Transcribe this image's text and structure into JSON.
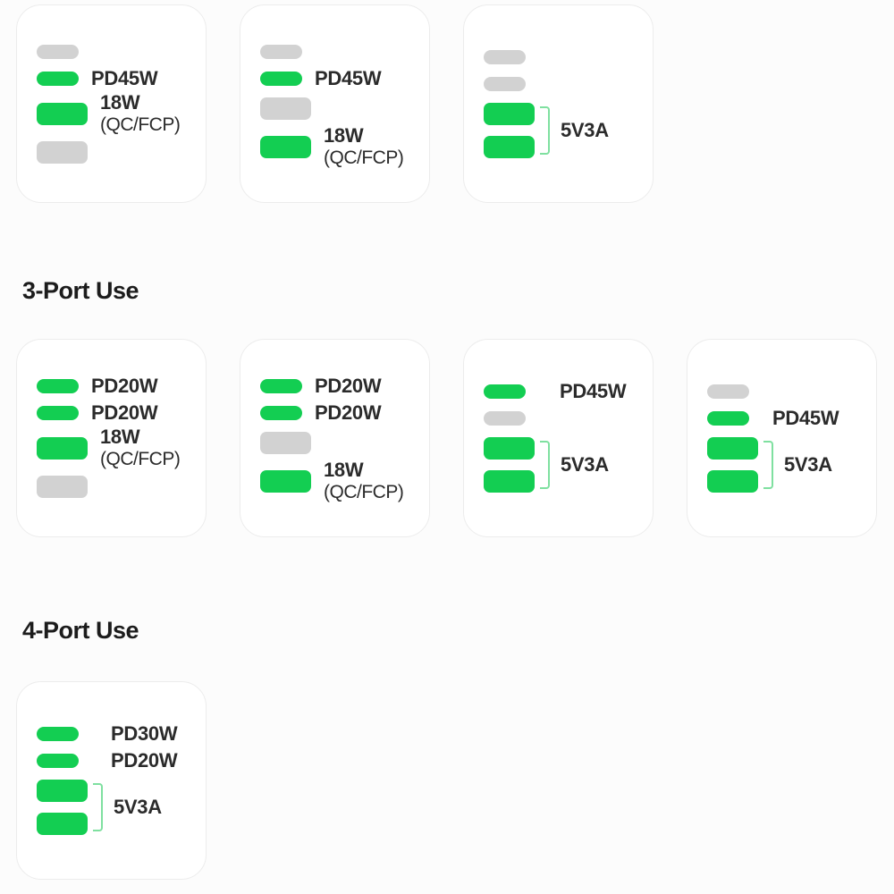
{
  "page": {
    "background": "#fcfcfc",
    "card_background": "#ffffff",
    "colors": {
      "port_active": "#13ce52",
      "port_inactive": "#d2d2d2",
      "bracket": "#7fe0a0",
      "text": "#2b2b2b",
      "heading": "#1c1c1c"
    }
  },
  "sections": [
    {
      "id": "two-port",
      "heading": "",
      "cards": [
        {
          "id": "2port-a",
          "rows": [
            {
              "slot": "c",
              "state": "off",
              "label": ""
            },
            {
              "slot": "c",
              "state": "on",
              "label": "PD45W"
            },
            {
              "slot": "a",
              "state": "on",
              "label": "18W",
              "sublabel": "(QC/FCP)"
            },
            {
              "slot": "a",
              "state": "off",
              "label": ""
            }
          ]
        },
        {
          "id": "2port-b",
          "rows": [
            {
              "slot": "c",
              "state": "off",
              "label": ""
            },
            {
              "slot": "c",
              "state": "on",
              "label": "PD45W"
            },
            {
              "slot": "a",
              "state": "off",
              "label": ""
            },
            {
              "slot": "a",
              "state": "on",
              "label": "18W",
              "sublabel": "(QC/FCP)"
            }
          ]
        },
        {
          "id": "2port-c",
          "rows": [
            {
              "slot": "c",
              "state": "off",
              "label": ""
            },
            {
              "slot": "c",
              "state": "off",
              "label": ""
            }
          ],
          "group": {
            "slots": [
              "a",
              "a"
            ],
            "state": "on",
            "label": "5V3A"
          }
        }
      ]
    },
    {
      "id": "three-port",
      "heading": "3-Port Use",
      "cards": [
        {
          "id": "3port-a",
          "rows": [
            {
              "slot": "c",
              "state": "on",
              "label": "PD20W"
            },
            {
              "slot": "c",
              "state": "on",
              "label": "PD20W"
            },
            {
              "slot": "a",
              "state": "on",
              "label": "18W",
              "sublabel": "(QC/FCP)"
            },
            {
              "slot": "a",
              "state": "off",
              "label": ""
            }
          ]
        },
        {
          "id": "3port-b",
          "rows": [
            {
              "slot": "c",
              "state": "on",
              "label": "PD20W"
            },
            {
              "slot": "c",
              "state": "on",
              "label": "PD20W"
            },
            {
              "slot": "a",
              "state": "off",
              "label": ""
            },
            {
              "slot": "a",
              "state": "on",
              "label": "18W",
              "sublabel": "(QC/FCP)"
            }
          ]
        },
        {
          "id": "3port-c",
          "rows": [
            {
              "slot": "c",
              "state": "on",
              "label": "PD45W"
            },
            {
              "slot": "c",
              "state": "off",
              "label": ""
            }
          ],
          "group": {
            "slots": [
              "a",
              "a"
            ],
            "state": "on",
            "label": "5V3A"
          }
        },
        {
          "id": "3port-d",
          "rows": [
            {
              "slot": "c",
              "state": "off",
              "label": ""
            },
            {
              "slot": "c",
              "state": "on",
              "label": "PD45W"
            }
          ],
          "group": {
            "slots": [
              "a",
              "a"
            ],
            "state": "on",
            "label": "5V3A"
          }
        }
      ]
    },
    {
      "id": "four-port",
      "heading": "4-Port Use",
      "cards": [
        {
          "id": "4port-a",
          "rows": [
            {
              "slot": "c",
              "state": "on",
              "label": "PD30W"
            },
            {
              "slot": "c",
              "state": "on",
              "label": "PD20W"
            }
          ],
          "group": {
            "slots": [
              "a",
              "a"
            ],
            "state": "on",
            "label": "5V3A"
          }
        }
      ]
    }
  ],
  "headings": {
    "three_port": "3-Port Use",
    "four_port": "4-Port Use"
  }
}
